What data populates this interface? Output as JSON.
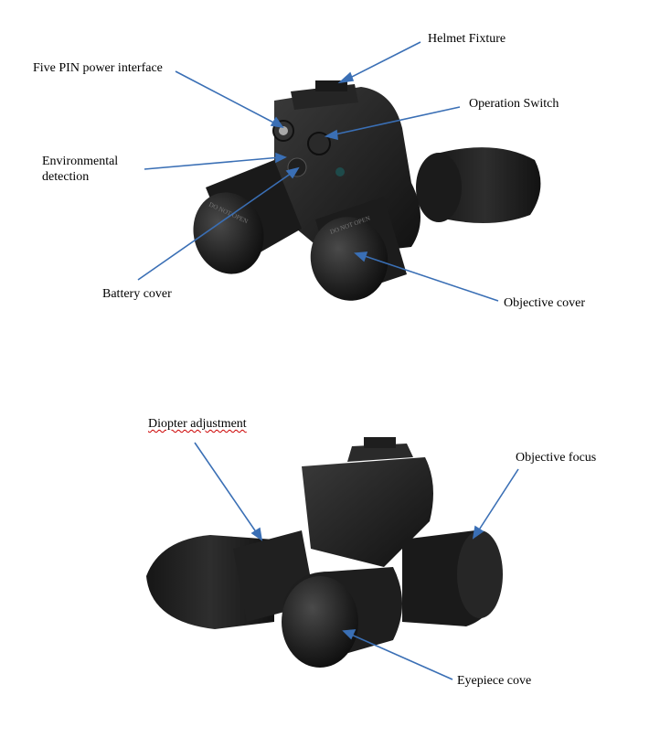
{
  "top_figure": {
    "labels": {
      "helmet_fixture": "Helmet Fixture",
      "five_pin": "Five PIN power interface",
      "operation_switch": "Operation Switch",
      "env_detection_1": "Environmental",
      "env_detection_2": "detection",
      "battery_cover": "Battery cover",
      "objective_cover": "Objective cover"
    },
    "device_text": {
      "cap_left": "DO NOT OPEN",
      "cap_right": "DO NOT OPEN"
    }
  },
  "bottom_figure": {
    "labels": {
      "diopter": "Diopter adjustment",
      "objective_focus": "Objective focus",
      "eyepiece": "Eyepiece cove"
    }
  },
  "colors": {
    "leader": "#3a6fb5",
    "device_dark": "#1a1a1a",
    "device_mid": "#2b2b2b",
    "device_light": "#444444"
  }
}
